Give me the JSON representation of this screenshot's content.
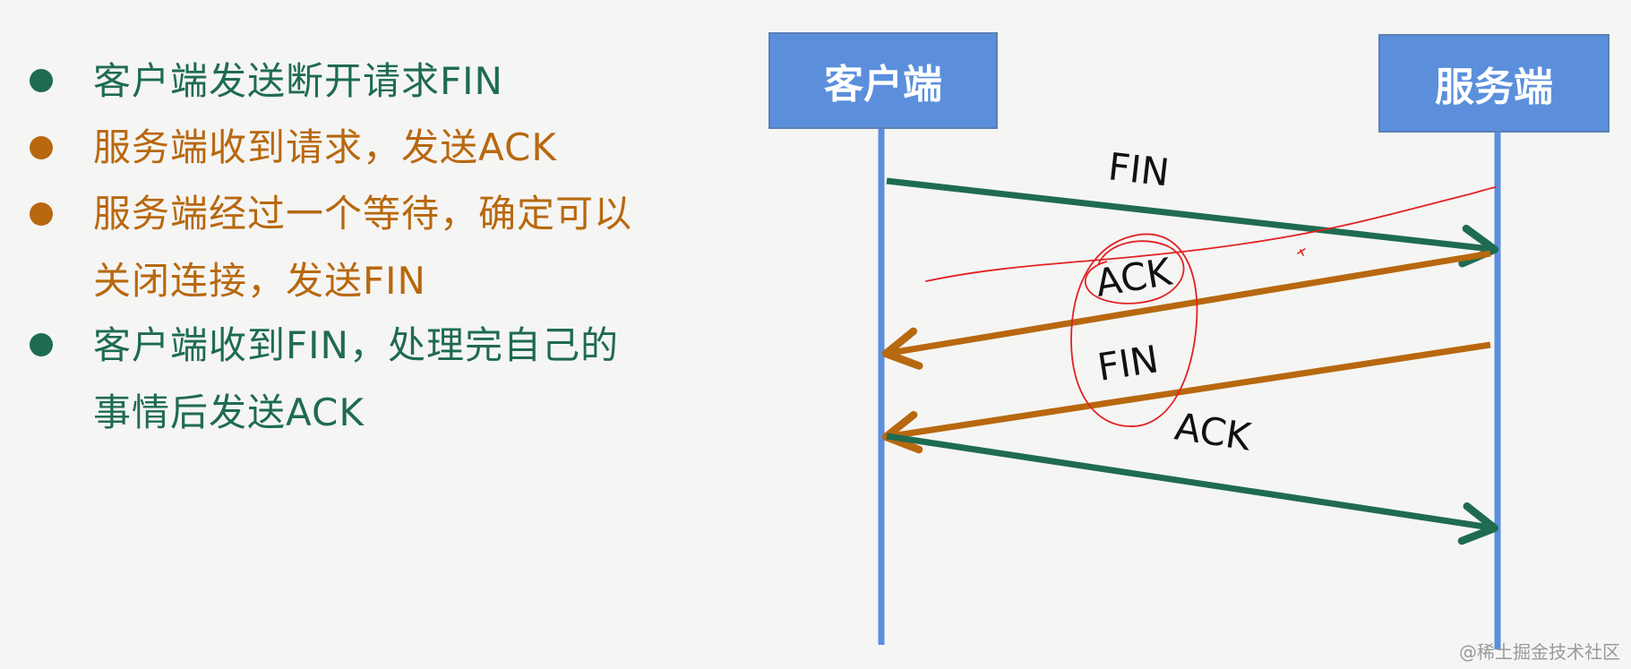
{
  "colors": {
    "green": "#1f6b52",
    "orange": "#b8680e",
    "box_fill": "#5b8fdc",
    "lifeline": "#5b8fdc",
    "annotation_red": "#e02222"
  },
  "bullets": [
    {
      "color": "green",
      "lines": [
        "客户端发送断开请求FIN"
      ]
    },
    {
      "color": "orange",
      "lines": [
        "服务端收到请求，发送ACK"
      ]
    },
    {
      "color": "orange",
      "lines": [
        "服务端经过一个等待，确定可以",
        "关闭连接，发送FIN"
      ]
    },
    {
      "color": "green",
      "lines": [
        "客户端收到FIN，处理完自己的",
        "事情后发送ACK"
      ]
    }
  ],
  "diagram": {
    "client_label": "客户端",
    "server_label": "服务端",
    "messages": [
      {
        "label": "FIN",
        "color": "green",
        "direction": "client-to-server"
      },
      {
        "label": "ACK",
        "color": "orange",
        "direction": "server-to-client"
      },
      {
        "label": "FIN",
        "color": "orange",
        "direction": "server-to-client"
      },
      {
        "label": "ACK",
        "color": "green",
        "direction": "client-to-server"
      }
    ]
  },
  "watermark": "@稀土掘金技术社区"
}
